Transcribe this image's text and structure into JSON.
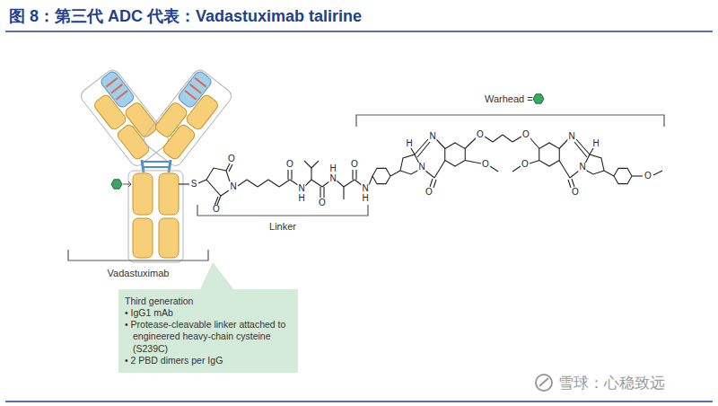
{
  "diagram": {
    "title": "图 8：第三代 ADC 代表：Vadastuximab talirine",
    "nodes": [
      {
        "text": [
          "Third generation",
          "• IgG1 mAb",
          "• Protease-cleavable linker attached to engineered heavy-chain cysteine (S239C)",
          "• 2 PBD dimers per IgG"
        ]
      }
    ],
    "labels": [
      "Warhead =",
      "Linker",
      "Vadastuximab",
      "S",
      "O",
      "N",
      "O",
      "O",
      "N",
      "H",
      "O",
      "H",
      "N",
      "O",
      "N",
      "H",
      "H",
      "N",
      "N",
      "O",
      "O",
      "O",
      "O",
      "O",
      "N",
      "H",
      "N",
      "O",
      "O",
      "雪球：心稳致远"
    ]
  }
}
